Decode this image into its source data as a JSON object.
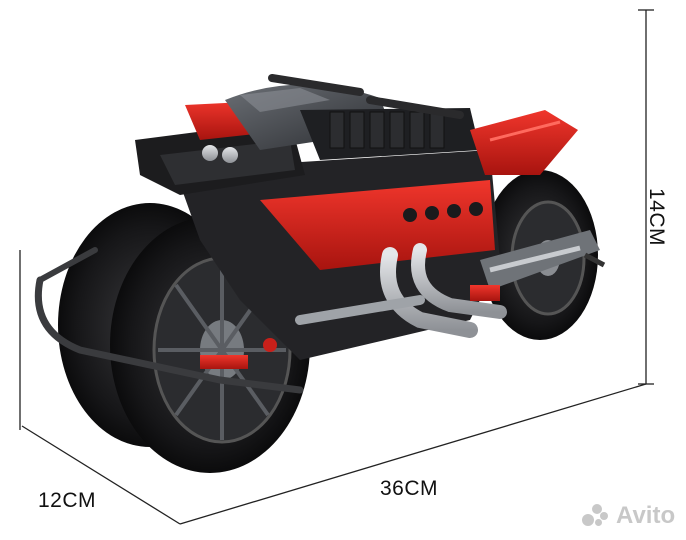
{
  "dimensions": {
    "width_label": "36CM",
    "depth_label": "12CM",
    "height_label": "14CM"
  },
  "watermark": {
    "text": "Avito",
    "icon": "avito-dots-logo"
  },
  "colors": {
    "body_red": "#d8221c",
    "frame_black": "#1c1c1e",
    "metal_grey": "#a9acb1",
    "dimension_line": "#222222"
  }
}
